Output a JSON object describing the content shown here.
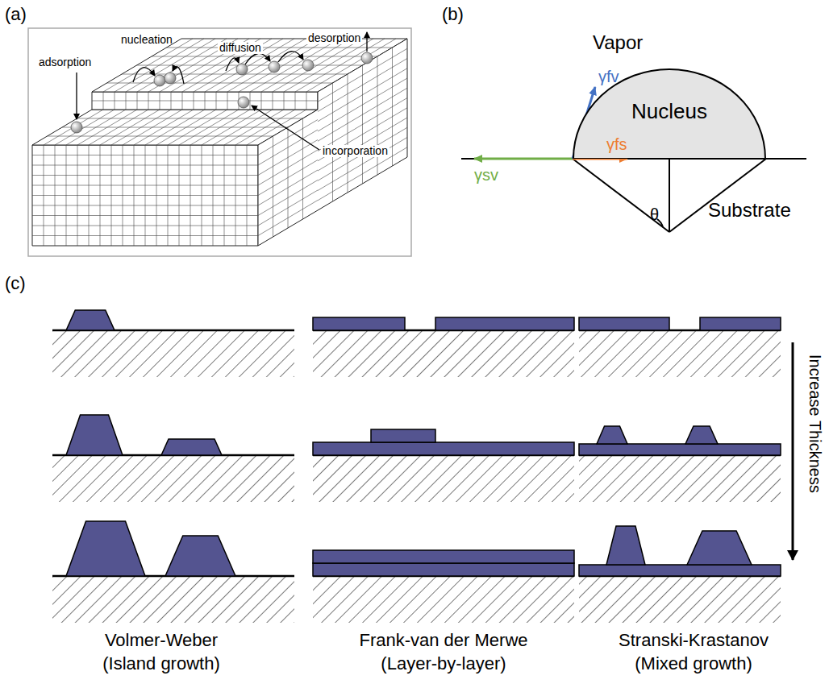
{
  "diagram": {
    "nodes": [
      {
        "text": [
          "Nucleus"
        ]
      }
    ],
    "labels": [
      "(a)",
      "adsorption",
      "nucleation",
      "diffusion",
      "desorption",
      "incorporation",
      "(b)",
      "Vapor",
      "γfv",
      "γfs",
      "γsv",
      "θ",
      "Substrate",
      "(c)",
      "Increase Thickness",
      "Volmer-Weber",
      "(Island growth)",
      "Frank-van der Merwe",
      "(Layer-by-layer)",
      "Stranski-Krastanov",
      "(Mixed growth)"
    ]
  }
}
